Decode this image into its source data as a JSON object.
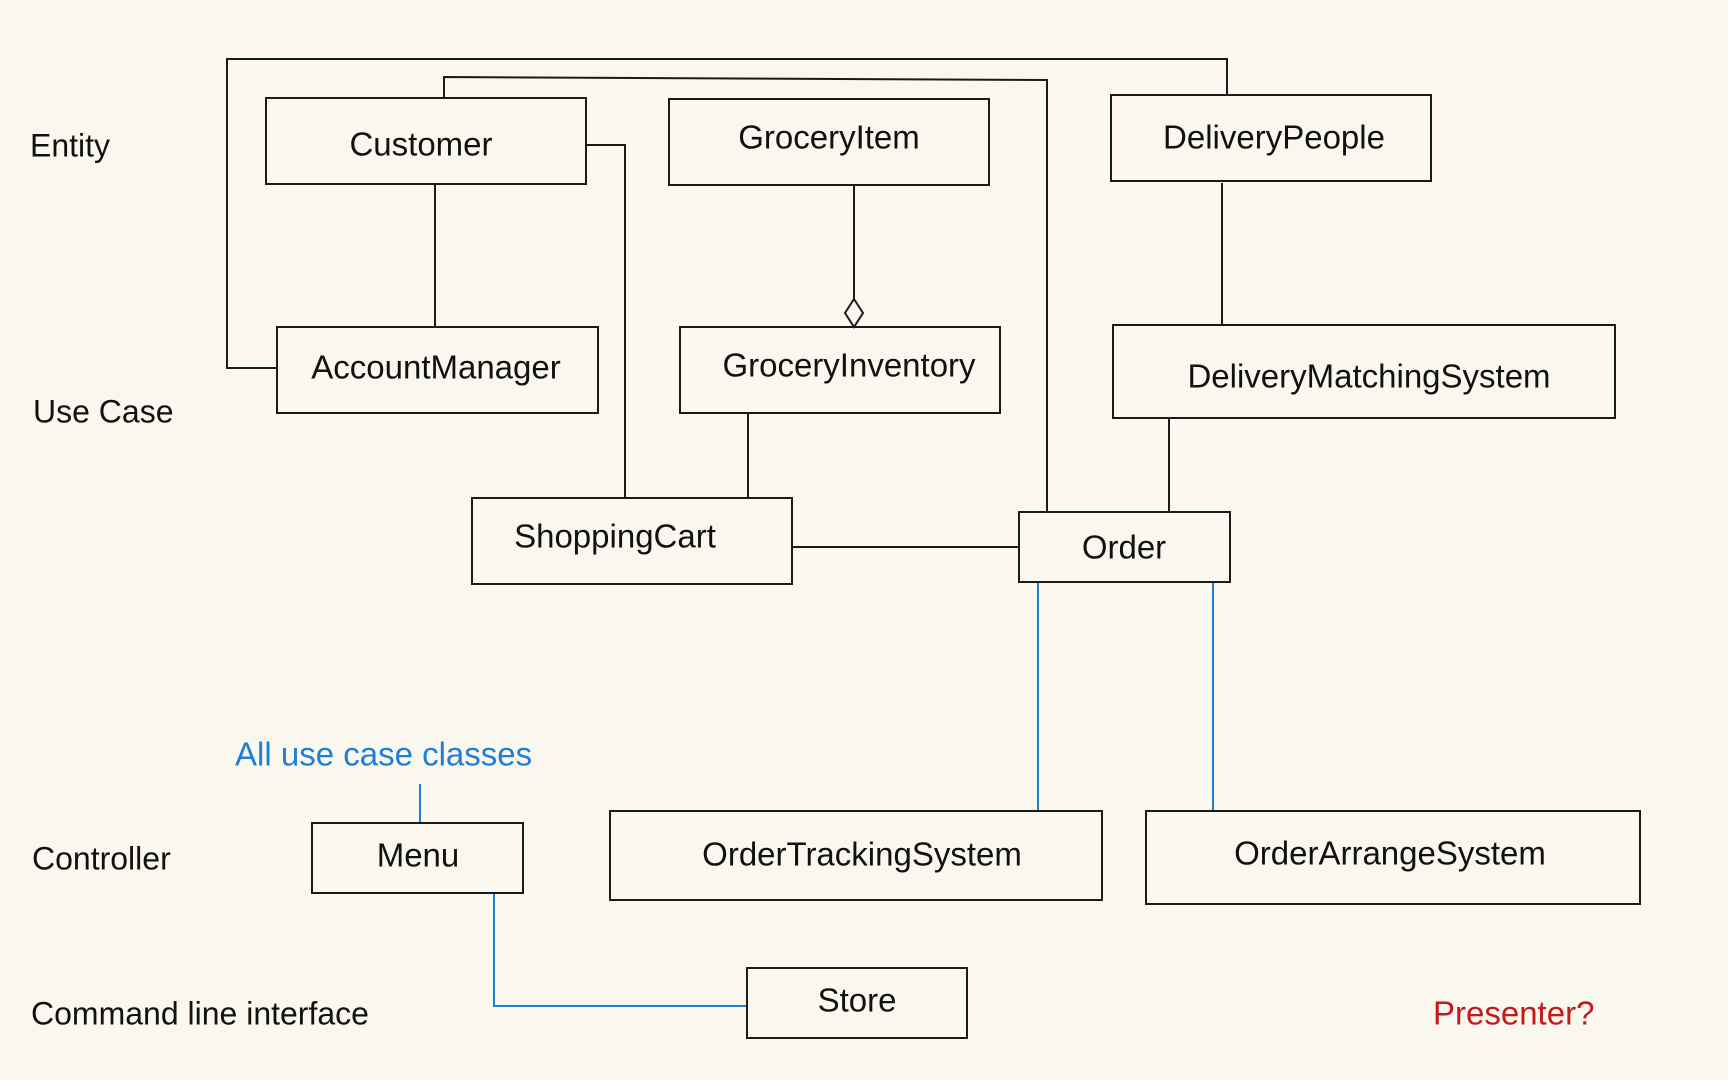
{
  "layers": {
    "entity": "Entity",
    "use_case": "Use Case",
    "controller": "Controller",
    "cli": "Command line interface"
  },
  "classes": {
    "customer": "Customer",
    "grocery_item": "GroceryItem",
    "delivery_people": "DeliveryPeople",
    "account_manager": "AccountManager",
    "grocery_inventory": "GroceryInventory",
    "delivery_matching_system": "DeliveryMatchingSystem",
    "shopping_cart": "ShoppingCart",
    "order": "Order",
    "menu": "Menu",
    "order_tracking_system": "OrderTrackingSystem",
    "order_arrange_system": "OrderArrangeSystem",
    "store": "Store"
  },
  "notes": {
    "all_use_case_classes": "All use case classes",
    "presenter": "Presenter?"
  },
  "colors": {
    "background": "#f9f7ee",
    "line": "#1a1a1a",
    "controller_link": "#1e7fd6",
    "presenter_note": "#c41a1a"
  }
}
